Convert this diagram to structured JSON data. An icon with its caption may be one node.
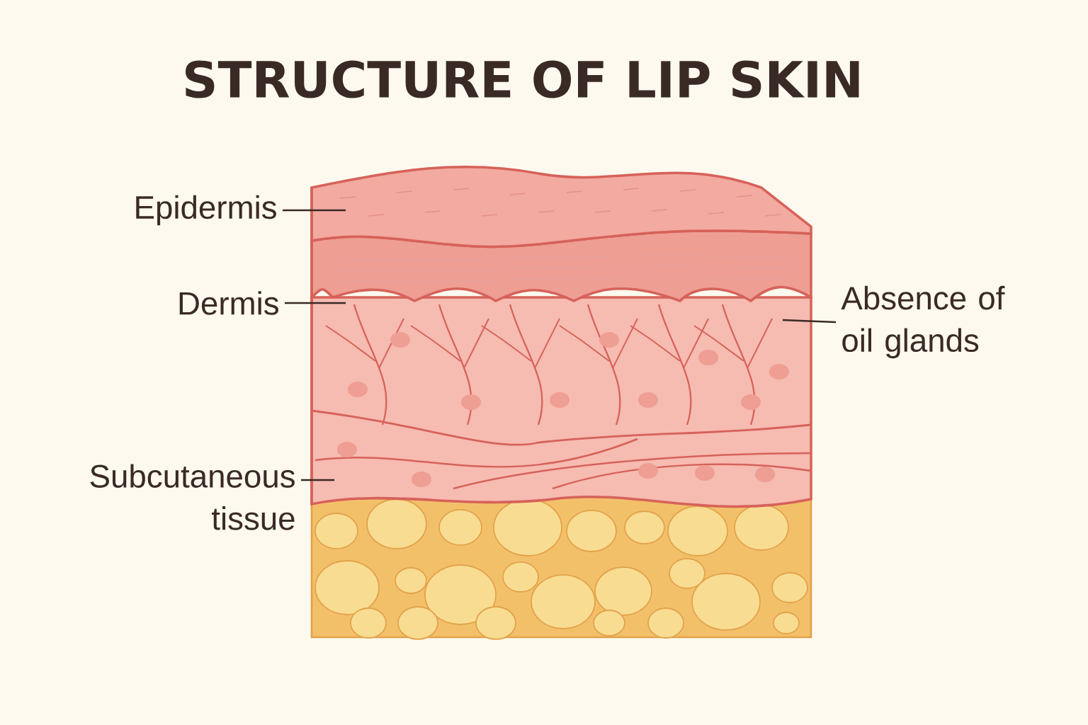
{
  "diagram": {
    "title": "STRUCTURE OF LIP SKIN",
    "nodes": [
      {
        "text": [
          "Epidermis"
        ]
      },
      {
        "text": [
          "Dermis"
        ]
      },
      {
        "text": [
          "Subcutaneous tissue"
        ]
      },
      {
        "text": [
          "Absence of oil glands"
        ]
      }
    ],
    "edges": [
      {
        "from": 0,
        "to": null,
        "arrow": "none"
      },
      {
        "from": 1,
        "to": null,
        "arrow": "none"
      },
      {
        "from": 2,
        "to": null,
        "arrow": "none"
      },
      {
        "from": 3,
        "to": null,
        "arrow": "none"
      }
    ]
  }
}
